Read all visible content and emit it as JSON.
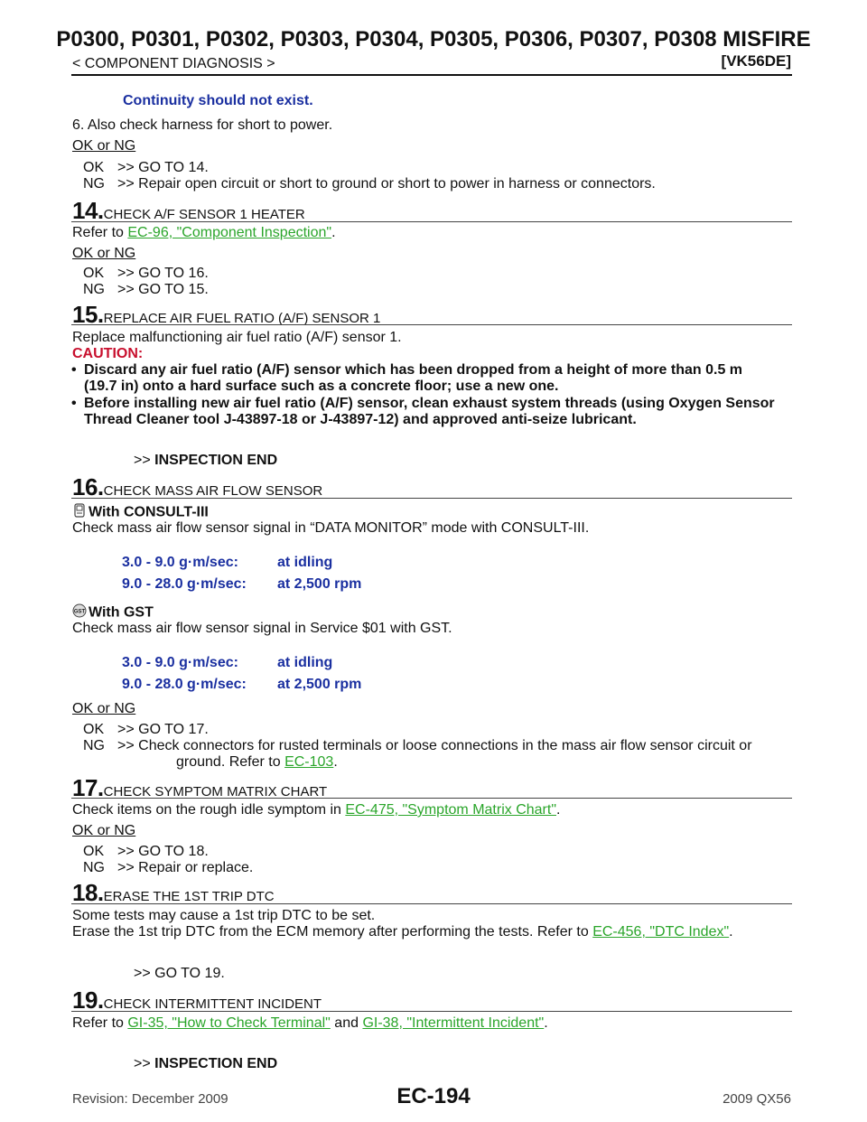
{
  "header": {
    "title": "P0300, P0301, P0302, P0303, P0304, P0305, P0306, P0307, P0308 MISFIRE",
    "section": "< COMPONENT DIAGNOSIS >",
    "engine": "[VK56DE]"
  },
  "top": {
    "continuity": "Continuity should not exist.",
    "line6": "6.   Also check harness for short to power.",
    "okng": "OK or NG",
    "ok": "OK",
    "ok_text": ">> GO TO 14.",
    "ng": "NG",
    "ng_text": ">> Repair open circuit or short to ground or short to power in harness or connectors."
  },
  "step14": {
    "num": "14.",
    "title": "CHECK A/F SENSOR 1 HEATER",
    "refer_pre": "Refer to ",
    "link": "EC-96, \"Component Inspection\"",
    "refer_post": ".",
    "okng": "OK or NG",
    "ok": "OK",
    "ok_text": ">> GO TO 16.",
    "ng": "NG",
    "ng_text": ">> GO TO 15."
  },
  "step15": {
    "num": "15.",
    "title": "REPLACE AIR FUEL RATIO (A/F) SENSOR 1",
    "body": "Replace malfunctioning air fuel ratio (A/F) sensor 1.",
    "caution": "CAUTION:",
    "bullet": "•",
    "c1_l1": "Discard any air fuel ratio (A/F) sensor which has been dropped from a height of more than 0.5 m",
    "c1_l2": "(19.7 in) onto a hard surface such as a concrete floor; use a new one.",
    "c2_l1": "Before installing new air fuel ratio (A/F) sensor, clean exhaust system threads (using Oxygen Sensor",
    "c2_l2": "Thread Cleaner tool J-43897-18 or J-43897-12) and approved anti-seize lubricant.",
    "end_pre": ">>",
    "end": "INSPECTION END"
  },
  "step16": {
    "num": "16.",
    "title": "CHECK MASS AIR FLOW SENSOR",
    "consult_title": "With CONSULT-III",
    "consult_body": "Check mass air flow sensor signal in “DATA MONITOR” mode with CONSULT-III.",
    "gst_title": "With GST",
    "gst_body": "Check mass air flow sensor signal in Service $01 with GST.",
    "spec1_k": "3.0 - 9.0 g·m/sec:",
    "spec1_v": "at idling",
    "spec2_k": "9.0 - 28.0 g·m/sec:",
    "spec2_v": "at 2,500 rpm",
    "okng": "OK or NG",
    "ok": "OK",
    "ok_text": ">> GO TO 17.",
    "ng": "NG",
    "ng_text": ">> Check connectors for rusted terminals or loose connections in the mass air flow sensor circuit or",
    "ng_text2_pre": "ground. Refer to ",
    "ng_link": "EC-103",
    "ng_text2_post": "."
  },
  "step17": {
    "num": "17.",
    "title": "CHECK SYMPTOM MATRIX CHART",
    "body_pre": "Check items on the rough idle symptom in ",
    "link": "EC-475, \"Symptom Matrix Chart\"",
    "body_post": ".",
    "okng": "OK or NG",
    "ok": "OK",
    "ok_text": ">> GO TO 18.",
    "ng": "NG",
    "ng_text": ">> Repair or replace."
  },
  "step18": {
    "num": "18.",
    "title": "ERASE THE 1ST TRIP DTC",
    "body1": "Some tests may cause a 1st trip DTC to be set.",
    "body2_pre": "Erase the 1st trip DTC from the ECM memory after performing the tests. Refer to ",
    "link": "EC-456, \"DTC Index\"",
    "body2_post": ".",
    "goto": ">> GO TO 19."
  },
  "step19": {
    "num": "19.",
    "title": "CHECK INTERMITTENT INCIDENT",
    "refer_pre": "Refer to ",
    "link1": "GI-35, \"How to Check Terminal\"",
    "mid": " and ",
    "link2": "GI-38, \"Intermittent Incident\"",
    "refer_post": ".",
    "end_pre": ">>",
    "end": "INSPECTION END"
  },
  "footer": {
    "revision": "Revision: December 2009",
    "page": "EC-194",
    "model": "2009 QX56"
  }
}
